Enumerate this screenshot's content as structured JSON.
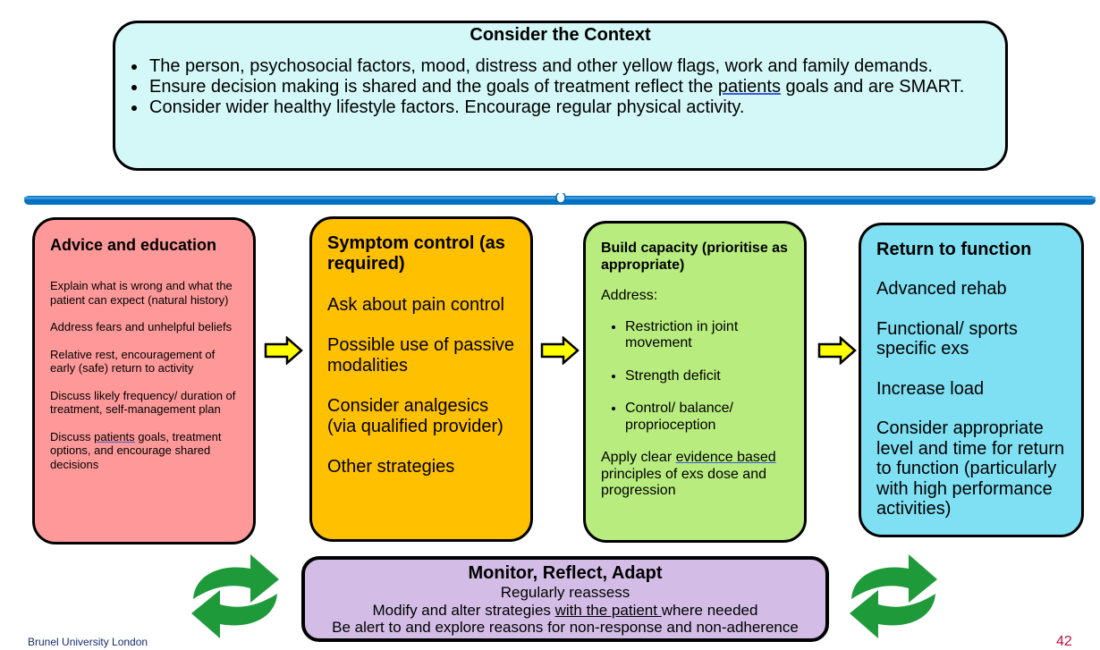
{
  "context": {
    "title": "Consider the Context",
    "bullet1": "The person, psychosocial factors, mood, distress and other yellow flags, work and family demands.",
    "bullet2_a": "Ensure decision making is shared and the goals of treatment reflect the ",
    "bullet2_u": "patients",
    "bullet2_b": " goals and are SMART.",
    "bullet3": "Consider wider healthy lifestyle factors. Encourage regular physical activity."
  },
  "advice": {
    "title": "Advice and education",
    "p1": "Explain what is wrong and what the patient can expect (natural history)",
    "p2": "Address fears and unhelpful beliefs",
    "p3": "Relative rest, encouragement of early (safe) return to activity",
    "p4": "Discuss likely frequency/ duration of treatment, self-management plan",
    "p5_a": "Discuss ",
    "p5_u": "patients",
    "p5_b": " goals, treatment options, and encourage shared decisions"
  },
  "symptom": {
    "title": "Symptom control (as required)",
    "p1": "Ask about pain control",
    "p2": "Possible use of passive modalities",
    "p3": "Consider analgesics (via qualified provider)",
    "p4": "Other strategies"
  },
  "capacity": {
    "title": "Build capacity (prioritise as appropriate)",
    "address": "Address:",
    "items": [
      "Restriction in joint movement",
      "Strength deficit",
      "Control/ balance/ proprioception"
    ],
    "apply_a": "Apply clear ",
    "apply_u": "evidence based",
    "apply_b": " principles of exs dose and progression"
  },
  "return": {
    "title": "Return to function",
    "p1": "Advanced rehab",
    "p2": "Functional/ sports specific exs",
    "p3": "Increase load",
    "p4": "Consider appropriate level and time for return to function (particularly with high performance activities)"
  },
  "monitor": {
    "title": "Monitor, Reflect, Adapt",
    "line1": "Regularly reassess",
    "line2_a": "Modify and alter strategies ",
    "line2_u": "with the patient ",
    "line2_b": "where needed",
    "line3": "Be alert to and explore reasons for non-response and non-adherence"
  },
  "footer": "Brunel University London",
  "page_number": "42",
  "colors": {
    "context_bg": "#d4f8f8",
    "bar": "#0070c0",
    "advice_bg": "#ff9999",
    "symptom_bg": "#ffc000",
    "capacity_bg": "#b8ec7e",
    "return_bg": "#7ee0f2",
    "monitor_bg": "#d3bde6",
    "arrow": "#ffff00",
    "cycle_arrows": "#1f9a3a"
  }
}
